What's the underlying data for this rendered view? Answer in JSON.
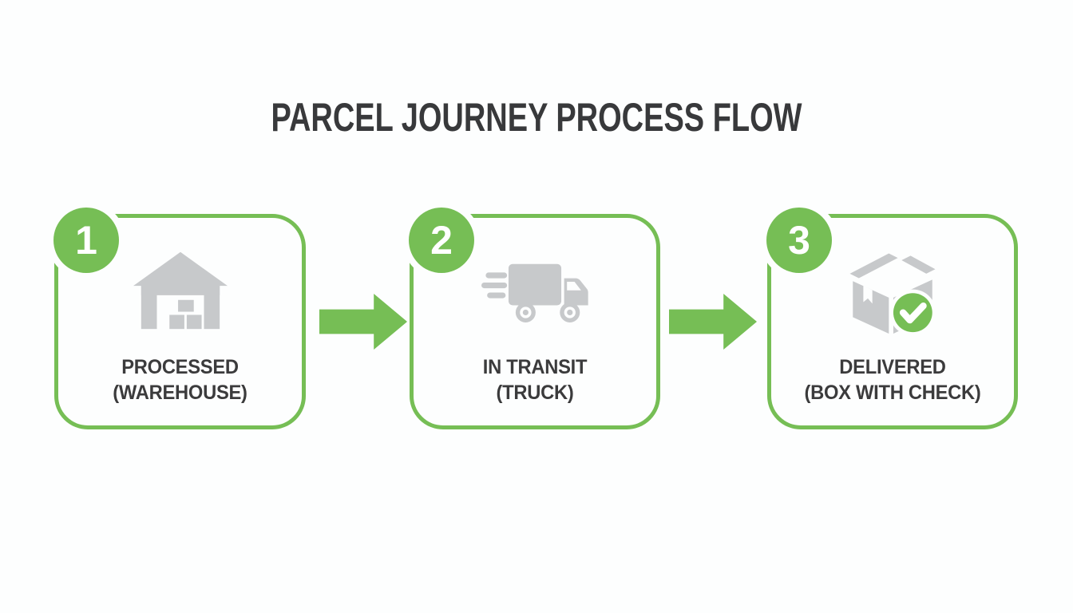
{
  "title": "PARCEL JOURNEY PROCESS FLOW",
  "colors": {
    "accent_green": "#76be55",
    "icon_gray": "#c7c9cb",
    "text_dark": "#3b3b3c",
    "background": "#fdfefe"
  },
  "steps": [
    {
      "number": "1",
      "label": "PROCESSED",
      "sublabel": "(WAREHOUSE)",
      "icon": "warehouse-icon"
    },
    {
      "number": "2",
      "label": "IN TRANSIT",
      "sublabel": "(TRUCK)",
      "icon": "truck-icon"
    },
    {
      "number": "3",
      "label": "DELIVERED",
      "sublabel": "(BOX WITH CHECK)",
      "icon": "box-with-check-icon"
    }
  ],
  "connectors": [
    {
      "type": "arrow-right"
    },
    {
      "type": "arrow-right"
    }
  ]
}
